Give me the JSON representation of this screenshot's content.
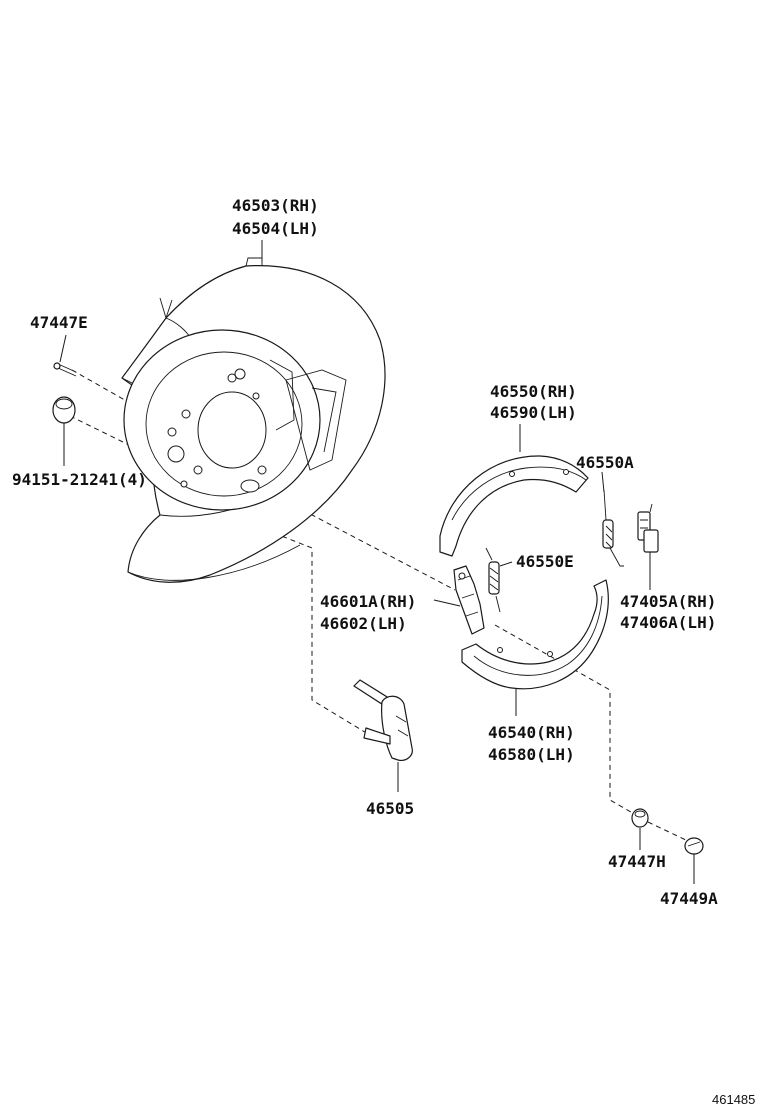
{
  "labels": {
    "backing_plate_rh": "46503(RH)",
    "backing_plate_lh": "46504(LH)",
    "pin_e": "47447E",
    "plug": "94151-21241(4)",
    "shoe_upper_rh": "46550(RH)",
    "shoe_upper_lh": "46590(LH)",
    "spring_a": "46550A",
    "spring_e": "46550E",
    "strut_rh": "46601A(RH)",
    "strut_lh": "46602(LH)",
    "adjuster_rh": "47405A(RH)",
    "adjuster_lh": "47406A(LH)",
    "shoe_lower_rh": "46540(RH)",
    "shoe_lower_lh": "46580(LH)",
    "lever": "46505",
    "cup_h": "47447H",
    "spring_seat": "47449A"
  },
  "figure_number": "461485"
}
